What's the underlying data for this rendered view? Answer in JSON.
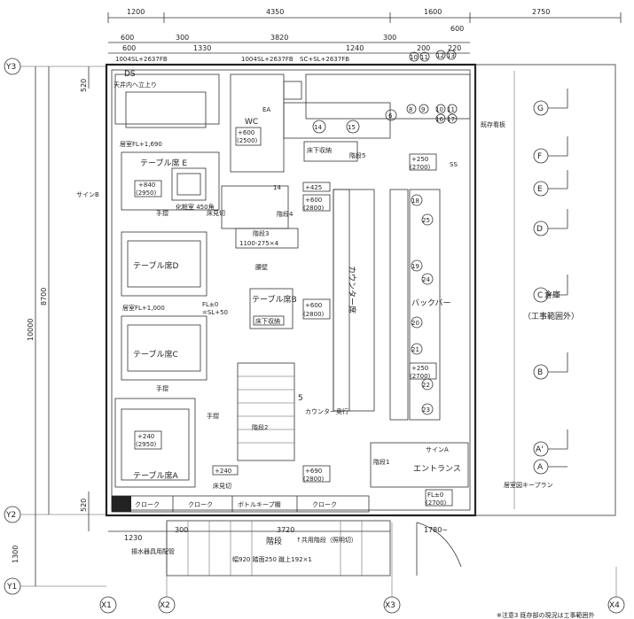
{
  "dims": {
    "top1": [
      "1200",
      "4350",
      "1600",
      "2750"
    ],
    "top2": [
      "600",
      "300",
      "3820",
      "300",
      "600"
    ],
    "top3": [
      "600",
      "1330",
      "1240",
      "200",
      "220"
    ],
    "top4": [
      "1004SL+2637FB",
      "1004SL+2637FB",
      "SC+SL+2637FB",
      "10",
      "11",
      "12",
      "13"
    ],
    "left_total": "10000",
    "left_mid": "8700",
    "left_a": "520",
    "left_b": "520",
    "left_c": "1300",
    "bottom": [
      "1230",
      "300",
      "3720",
      "1780~"
    ]
  },
  "grid": {
    "y3": "Y3",
    "y2": "Y2",
    "y1": "Y1",
    "x1": "X1",
    "x2": "X2",
    "x3": "X3",
    "x4": "X4"
  },
  "rooms": {
    "ds": "DS",
    "ds_note": "天井内へ立上り",
    "table_e": "テーブル席 E",
    "table_d": "テーブル席D",
    "table_c": "テーブル席C",
    "table_a": "テーブル席A",
    "floor_e": "居室FL+1,690",
    "floor_c": "居室FL+1,000",
    "floor_c2": "FL±0",
    "floor_c3": "=SL+50",
    "table_b": "テーブル席B",
    "floor_b": "床下収納",
    "wc": "WC",
    "wc_h": "+600",
    "wc_h2": "(2500)",
    "ea": "EA",
    "sign_b": "サインB",
    "handrail": "手摺",
    "handrail2": "手摺",
    "handrail3": "手摺",
    "floor_cut": "床見切",
    "floor_cut2": "床見切",
    "kitchen_under": "床下収納",
    "stairs5": "階段5",
    "stairs3": "階段3",
    "stairs4": "階段4",
    "stairs2": "階段2",
    "stairs1": "階段1",
    "stairs_dim": "1100-275×4",
    "counter": "カウンター席",
    "counter_back": "カウンター奥行",
    "back_bar": "バックバー",
    "entrance": "エントランス",
    "sign_a": "サインA",
    "sign_5": "SS",
    "bldg_sign": "既存看板",
    "storage": "倉庫",
    "storage2": "（工事範囲外）",
    "keyplan": "居室図キープラン",
    "coat1": "クローク",
    "coat2": "クローク",
    "coat3": "ボトルキープ棚",
    "coat4": "クローク",
    "stairs_bottom": "階段",
    "stairs_note": "↑共用階段（照明切）",
    "stairs_note2": "幅920 踏面250 蹴上192×1",
    "opening": "揚水器具用配管",
    "toilet_wc": "化粧室 450角",
    "wall_label": "腰壁",
    "fl_box": "FL±0",
    "fl_box2": "(2700)",
    "footnote": "※注意3  既存部の現況は工事範囲外"
  },
  "heights": {
    "h1": "+840",
    "h1b": "(2950)",
    "h2": "+240",
    "h2b": "(2950)",
    "h3": "+425",
    "h4": "+600",
    "h4b": "(2800)",
    "h5": "+250",
    "h5b": "(2700)",
    "h6": "+600",
    "h6b": "(2800)",
    "h7": "+250",
    "h7b": "(2700)",
    "h8": "+240",
    "h9": "+690",
    "h9b": "(2800)",
    "h10": "+600"
  },
  "equipment": [
    "14",
    "15",
    "6",
    "8",
    "9",
    "10",
    "11",
    "16",
    "17",
    "18",
    "19",
    "20",
    "21",
    "22",
    "23",
    "24",
    "25"
  ],
  "key_letters": [
    "G",
    "F",
    "E",
    "D",
    "C",
    "B",
    "A'",
    "A"
  ]
}
